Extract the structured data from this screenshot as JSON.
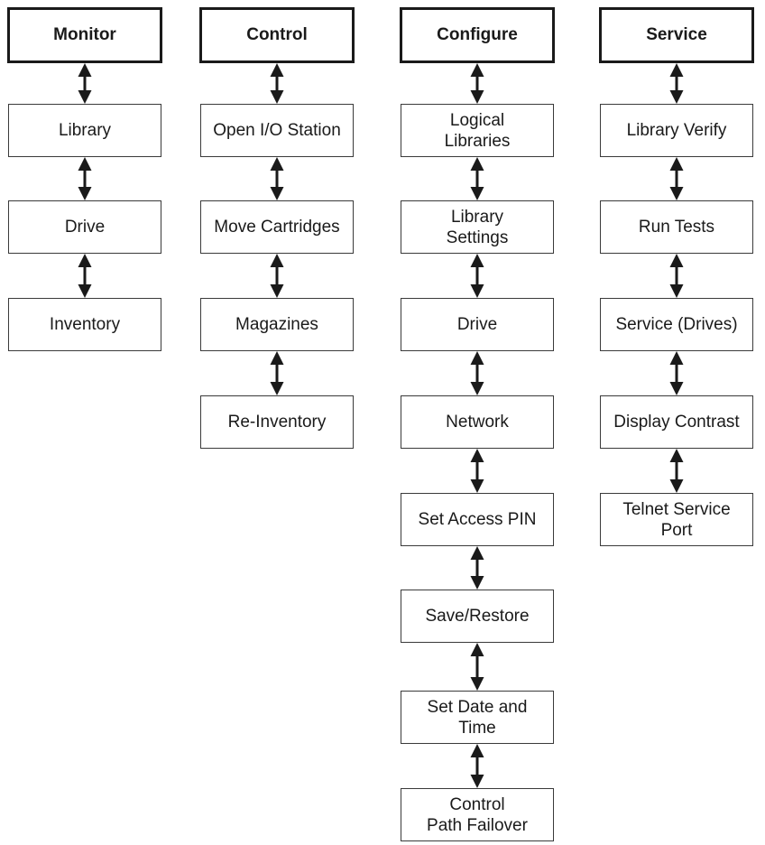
{
  "columns": [
    {
      "header": "Monitor",
      "items": [
        "Library",
        "Drive",
        "Inventory"
      ]
    },
    {
      "header": "Control",
      "items": [
        "Open I/O Station",
        "Move Cartridges",
        "Magazines",
        "Re-Inventory"
      ]
    },
    {
      "header": "Configure",
      "items": [
        "Logical\nLibraries",
        "Library\nSettings",
        "Drive",
        "Network",
        "Set Access PIN",
        "Save/Restore",
        "Set Date and\nTime",
        "Control\nPath Failover"
      ]
    },
    {
      "header": "Service",
      "items": [
        "Library Verify",
        "Run Tests",
        "Service (Drives)",
        "Display Contrast",
        "Telnet Service\nPort"
      ]
    }
  ],
  "colors": {
    "ink": "#1a1a1a",
    "box_border": "#3a3a3a",
    "background": "#ffffff"
  }
}
